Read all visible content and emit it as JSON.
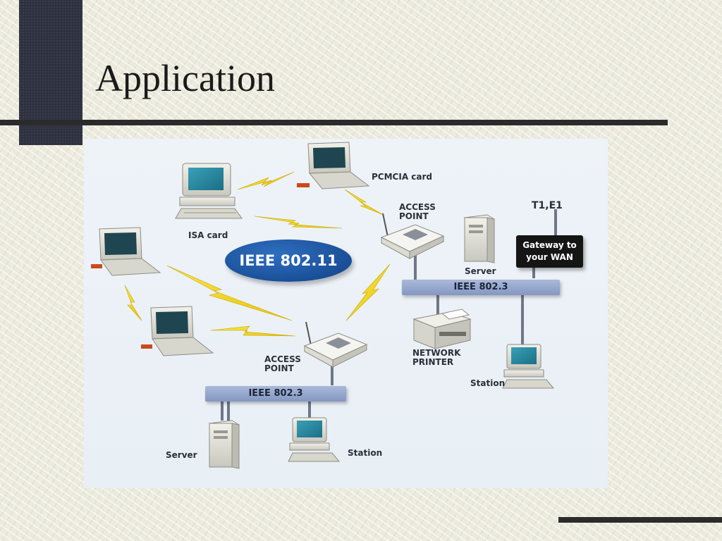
{
  "slide": {
    "title": "Application"
  },
  "diagram": {
    "standard_label": "IEEE 802.11",
    "bus_left_label": "IEEE 802.3",
    "bus_right_label": "IEEE 802.3",
    "pcmcia_label": "PCMCIA card",
    "isa_label": "ISA card",
    "access_point_top_line1": "ACCESS",
    "access_point_top_line2": "POINT",
    "access_point_bottom_line1": "ACCESS",
    "access_point_bottom_line2": "POINT",
    "t1e1_label": "T1,E1",
    "gateway_line1": "Gateway to",
    "gateway_line2": "your WAN",
    "server_right_label": "Server",
    "server_bottom_label": "Server",
    "printer_line1": "NETWORK",
    "printer_line2": "PRINTER",
    "station_right_label": "Station",
    "station_bottom_label": "Station"
  },
  "colors": {
    "title_rule": "#2b2b2b",
    "side_block": "#2e3240",
    "ieee_oval": "#1a4f98",
    "lightning": "#f2d41c",
    "bus": "#8497c3"
  }
}
